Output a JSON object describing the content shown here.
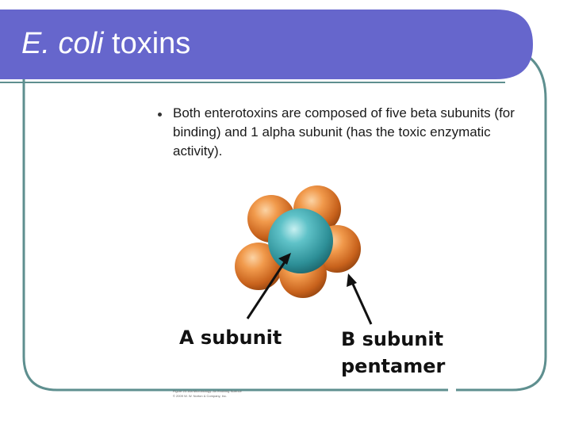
{
  "slide": {
    "title_italic": "E. coli",
    "title_rest": " toxins",
    "bullets": [
      "Both enterotoxins are composed of  five beta subunits (for binding) and 1 alpha subunit (has the toxic enzymatic activity)."
    ]
  },
  "figure": {
    "label_a": "A subunit",
    "label_b_line1": "B subunit",
    "label_b_line2": "pentamer",
    "credit_line1": "Figure 25.16a  Microbiology: An Evolving Science",
    "credit_line2": "© 2009 W. W. Norton & Company, Inc."
  },
  "colors": {
    "title_bar": "#6666cc",
    "frame": "#5e8f8f",
    "b_subunit": "#e07a2a",
    "a_subunit": "#3aa5ac"
  }
}
